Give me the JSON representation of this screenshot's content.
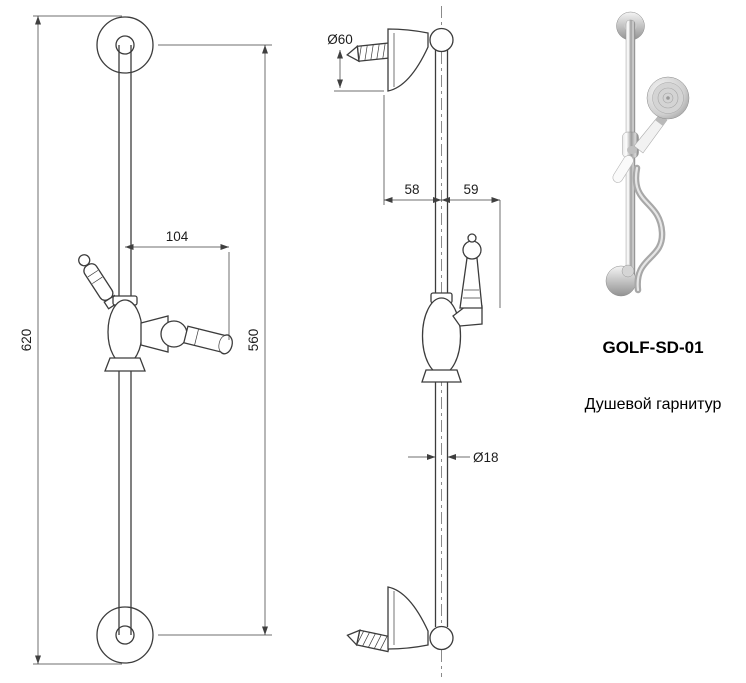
{
  "product": {
    "code": "GOLF-SD-01",
    "name": "Душевой гарнитур"
  },
  "front_view": {
    "overall_height": "620",
    "holder_length": "104",
    "bar_length": "560"
  },
  "side_view": {
    "flange_diameter": "Ø60",
    "wall_offset": "58",
    "holder_offset": "59",
    "bar_diameter": "Ø18"
  },
  "colors": {
    "line": "#3c3c3c",
    "dimension": "#3f3f3f",
    "chrome": "#9e9e9e"
  }
}
